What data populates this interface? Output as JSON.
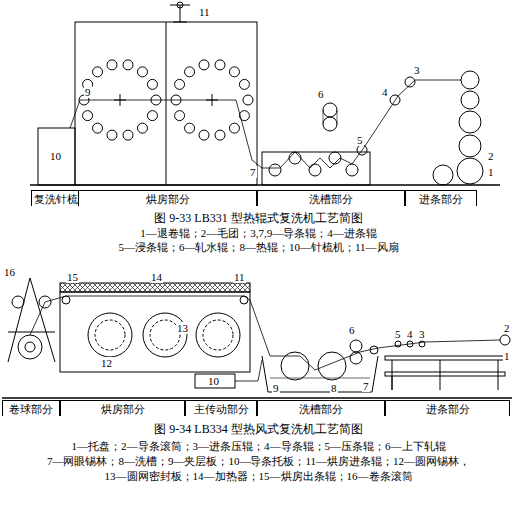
{
  "diagram": {
    "nodes": [
      {
        "text": [
          "复洗针梳"
        ]
      },
      {
        "text": [
          "烘房部分"
        ]
      },
      {
        "text": [
          "洗槽部分"
        ]
      },
      {
        "text": [
          "进条部分"
        ]
      },
      {
        "text": [
          "卷球部分"
        ]
      },
      {
        "text": [
          "烘房部分"
        ]
      },
      {
        "text": [
          "主传动部分"
        ]
      },
      {
        "text": [
          "洗槽部分"
        ]
      },
      {
        "text": [
          "进条部分"
        ]
      }
    ],
    "labels": [
      "11",
      "10",
      "9",
      "3",
      "4",
      "6",
      "5",
      "7",
      "2",
      "1",
      "图 9-33  LB331 型热辊式复洗机工艺简图",
      "1—退卷辊；2—毛团；3,7,9—导条辊；4—进条辊",
      "5—浸条辊；6—轧水辊；8—热辊；10—针梳机；11—风扇",
      "16",
      "15",
      "14",
      "11",
      "13",
      "12",
      "10",
      "6",
      "5",
      "4",
      "3",
      "2",
      "1",
      "7",
      "8",
      "9",
      "图 9-34  LB334 型热风式复洗机工艺简图",
      "1—托盘；2—导条滚筒；3—进条压辊；4—导条辊；5—压条辊；6—上下轧辊",
      "7—网眼锡林；8—洗槽；9—夹层板；10—导条托板；11—烘房进条辊；12—圆网锡林，",
      "13—圆网密封板；14—加热器；15—烘房出条辊；16—卷条滚筒"
    ]
  }
}
